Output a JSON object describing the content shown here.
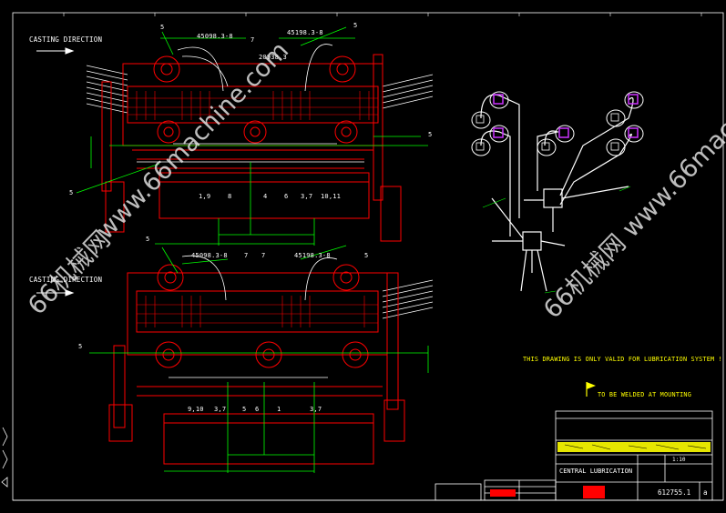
{
  "drawing": {
    "casting_direction": "CASTING DIRECTION",
    "note_only_valid": "THIS DRAWING IS ONLY VALID FOR LUBRICATION SYSTEM !",
    "note_weld": "TO BE WELDED AT MOUNTING",
    "title": "CENTRAL LUBRICATION",
    "drawing_number": "612755.1",
    "revision": "a",
    "scale": "1:10"
  },
  "top_view_labels": {
    "part_a": "45098.3-8",
    "part_b": "45198.3-8",
    "part_c": "20938.3",
    "leaders": [
      "5",
      "5",
      "7",
      "5",
      "5"
    ],
    "bottom_items": [
      "1,9",
      "8",
      "4",
      "6",
      "3,7",
      "10,11"
    ]
  },
  "bottom_view_labels": {
    "part_a": "45098.3-8",
    "part_b": "45198.3-8",
    "leaders": [
      "5",
      "7",
      "7",
      "5",
      "5"
    ],
    "bottom_items": [
      "9,10",
      "3,7",
      "5",
      "6",
      "1",
      "3,7"
    ]
  },
  "watermarks": [
    "www.66machine.com",
    "66机械网",
    "66机械网 www.66mac"
  ],
  "colors": {
    "background": "#000000",
    "drawing_red": "#ff0000",
    "dimension_green": "#00ff00",
    "accent_yellow": "#ffff00",
    "pipe_white": "#ffffff",
    "fitting_magenta": "#cc33ff"
  }
}
